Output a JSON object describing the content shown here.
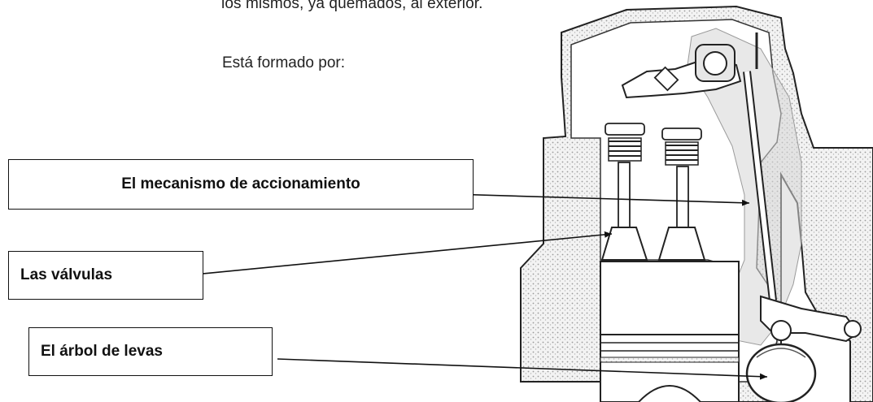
{
  "intro": {
    "line": "los mismos, ya quemados, al exterior.",
    "subheading": "Está formado por:"
  },
  "labels": {
    "mechanism": "El mecanismo de accionamiento",
    "valves": "Las válvulas",
    "camshaft": "El árbol de levas"
  },
  "colors": {
    "highlight": "#d6d6d6",
    "stipple": "#bdbdbd",
    "line": "#111111"
  }
}
